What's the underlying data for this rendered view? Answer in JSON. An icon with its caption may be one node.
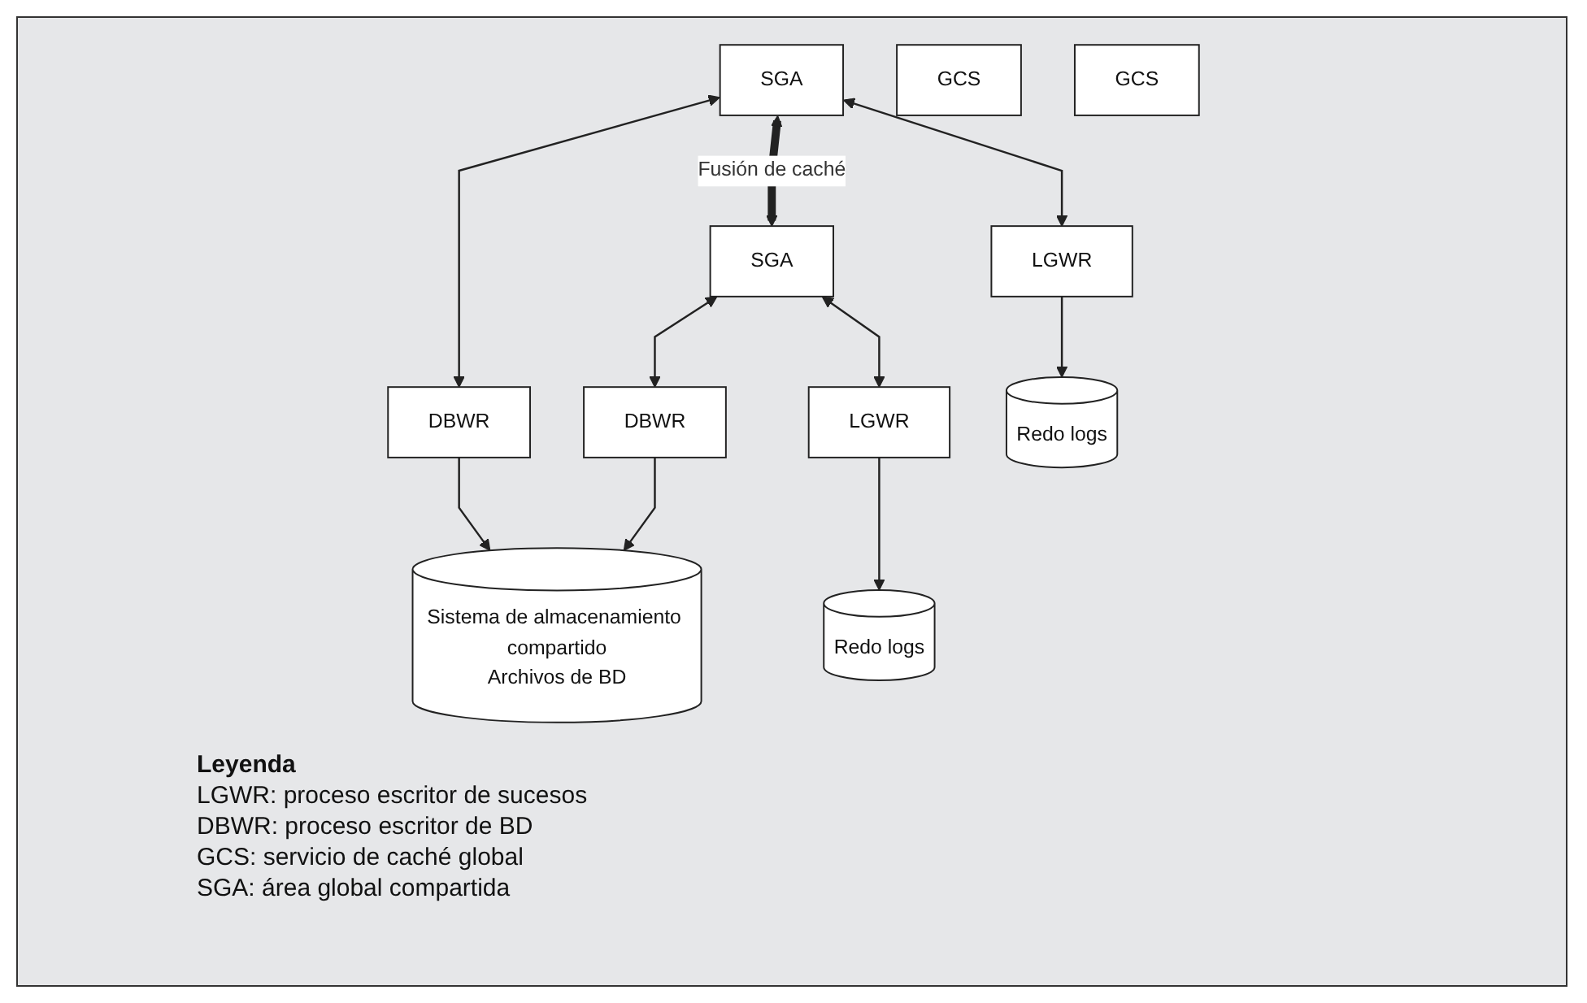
{
  "diagram": {
    "nodes": [
      {
        "text": [
          "SGA"
        ]
      },
      {
        "text": [
          "SGA"
        ]
      },
      {
        "text": [
          "LGWR"
        ]
      },
      {
        "text": [
          "DBWR"
        ]
      },
      {
        "text": [
          "GCS"
        ]
      },
      {
        "text": [
          "GCS"
        ]
      },
      {
        "text": [
          "DBWR"
        ]
      },
      {
        "text": [
          "LGWR"
        ]
      },
      {
        "text": [
          "Redo logs"
        ]
      },
      {
        "text": [
          "Sistema de almacenamiento compartido",
          "Archivos de BD"
        ]
      },
      {
        "text": [
          "Redo logs"
        ]
      }
    ],
    "edges": [
      {
        "from": 0,
        "to": 1,
        "arrow": "both",
        "label": "Fusión de caché",
        "style": "thick"
      },
      {
        "from": 0,
        "to": 2,
        "arrow": "both"
      },
      {
        "from": 0,
        "to": 3,
        "arrow": "both"
      },
      {
        "from": 1,
        "to": 6,
        "arrow": "both"
      },
      {
        "from": 1,
        "to": 7,
        "arrow": "both"
      },
      {
        "from": 2,
        "to": 8,
        "arrow": "to"
      },
      {
        "from": 3,
        "to": 9,
        "arrow": "to"
      },
      {
        "from": 6,
        "to": 9,
        "arrow": "to"
      },
      {
        "from": 7,
        "to": 10,
        "arrow": "to"
      }
    ],
    "labels": [
      "Leyenda",
      "LGWR: proceso escritor de sucesos",
      "DBWR: proceso escritor de BD",
      "GCS: servicio de caché global",
      "SGA: área global compartida"
    ]
  }
}
